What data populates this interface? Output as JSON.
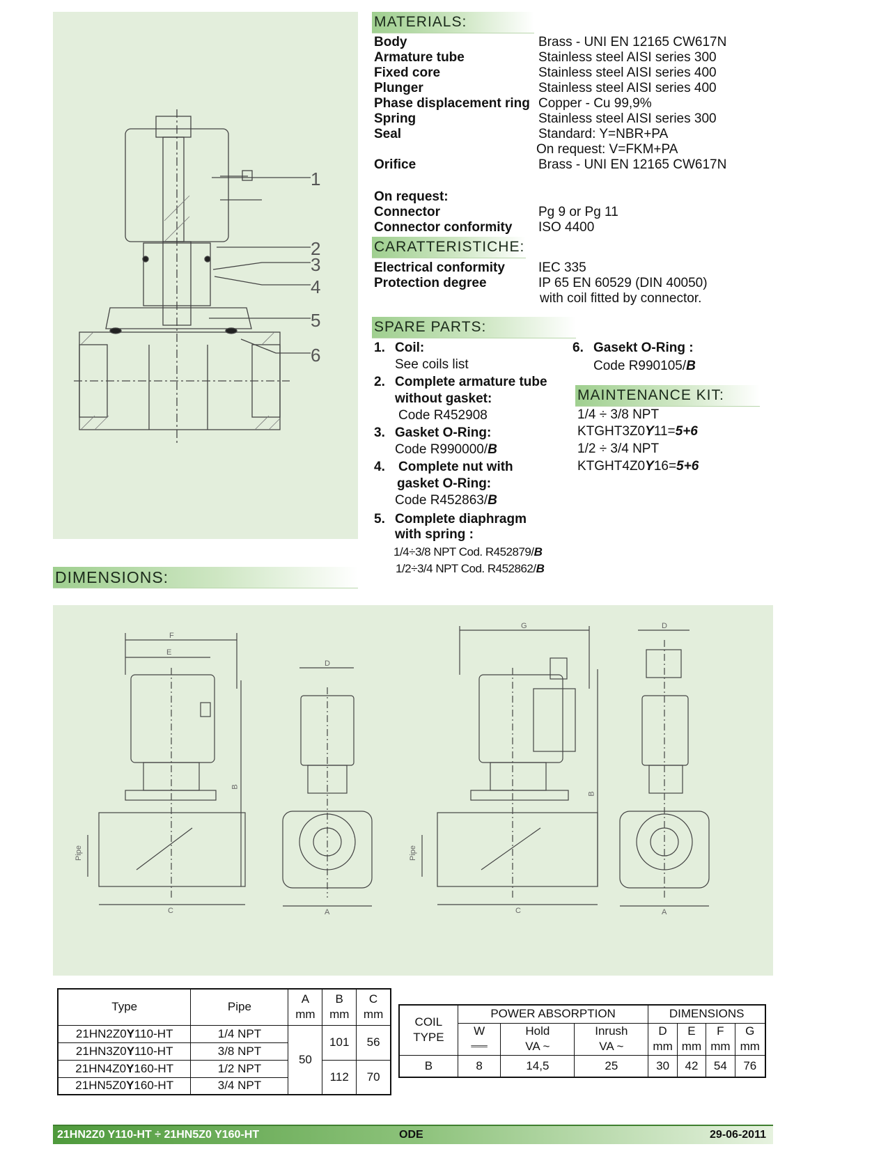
{
  "materials": {
    "heading": "MATERIALS:",
    "rows": [
      {
        "k": "Body",
        "v": "Brass - UNI EN 12165 CW617N"
      },
      {
        "k": "Armature tube",
        "v": "Stainless steel AISI series 300"
      },
      {
        "k": "Fixed core",
        "v": "Stainless steel AISI series 400"
      },
      {
        "k": "Plunger",
        "v": "Stainless steel AISI series 400"
      },
      {
        "k": "Phase displacement ring",
        "v": "Copper - Cu 99,9%"
      },
      {
        "k": "Spring",
        "v": "Stainless steel AISI series 300"
      },
      {
        "k": "Seal",
        "v": "Standard:    Y=NBR+PA"
      },
      {
        "k": "",
        "v": "On request: V=FKM+PA"
      },
      {
        "k": "Orifice",
        "v": "Brass - UNI EN 12165 CW617N"
      }
    ],
    "on_request_label": "On request:",
    "request_rows": [
      {
        "k": "Connector",
        "v": "Pg 9 or Pg 11"
      },
      {
        "k": "Connector conformity",
        "v": "ISO 4400"
      }
    ]
  },
  "characteristics": {
    "heading": "CARATTERISTICHE:",
    "rows": [
      {
        "k": "Electrical conformity",
        "v": "IEC 335"
      },
      {
        "k": "Protection degree",
        "v": "IP 65 EN 60529 (DIN 40050)"
      },
      {
        "k": "",
        "v": "with coil fitted by connector."
      }
    ]
  },
  "spare_parts": {
    "heading": "SPARE PARTS:",
    "l1n": "1.",
    "l1t": "Coil:",
    "l1s": "See coils list",
    "l2n": "2.",
    "l2t": "Complete armature tube",
    "l2t2": "without gasket:",
    "l2s": "Code  R452908",
    "l3n": "3.",
    "l3t": "Gasket O-Ring:",
    "l3s": "Code R990000/",
    "l3b": "B",
    "l4n": "4.",
    "l4t": "Complete nut with",
    "l4t2": "gasket O-Ring:",
    "l4s": "Code R452863/",
    "l4b": "B",
    "l5n": "5.",
    "l5t": "Complete diaphragm",
    "l5t2": "with spring :",
    "l5a": "1/4÷3/8 NPT   Cod. R452879/",
    "l5ab": "B",
    "l5c": "1/2÷3/4 NPT   Cod. R452862/",
    "l5cb": "B",
    "l6n": "6.",
    "l6t": "Gasekt O-Ring :",
    "l6s": "Code R990105/",
    "l6b": "B"
  },
  "maintenance_kit": {
    "heading": "MAINTENANCE KIT:",
    "r1": "1/4 ÷ 3/8 NPT",
    "r2a": "KTGHT3Z0",
    "r2b": "Y",
    "r2c": "11=",
    "r2d": "5+6",
    "r3": "1/2 ÷ 3/4 NPT",
    "r4a": "KTGHT4Z0",
    "r4b": "Y",
    "r4c": "16=",
    "r4d": "5+6"
  },
  "dimensions_heading": "DIMENSIONS:",
  "section_callouts": [
    "1",
    "2",
    "3",
    "4",
    "5",
    "6"
  ],
  "drawing_labels": {
    "A": "A",
    "B": "B",
    "C": "C",
    "D": "D",
    "E": "E",
    "F": "F",
    "G": "G",
    "pipe": "Pipe"
  },
  "type_table": {
    "h_type": "Type",
    "h_pipe": "Pipe",
    "h_a": "A",
    "h_b": "B",
    "h_c": "C",
    "unit": "mm",
    "rows": [
      {
        "t1": "21HN2Z0",
        "t2": "Y",
        "t3": "110-HT",
        "pipe": "1/4 NPT"
      },
      {
        "t1": "21HN3Z0",
        "t2": "Y",
        "t3": "110-HT",
        "pipe": "3/8 NPT"
      },
      {
        "t1": "21HN4Z0",
        "t2": "Y",
        "t3": "160-HT",
        "pipe": "1/2 NPT"
      },
      {
        "t1": "21HN5Z0",
        "t2": "Y",
        "t3": "160-HT",
        "pipe": "3/4 NPT"
      }
    ],
    "a_val": "50",
    "b_val1": "101",
    "c_val1": "56",
    "b_val2": "112",
    "c_val2": "70"
  },
  "coil_table": {
    "h_coil": "COIL",
    "h_type": "TYPE",
    "h_power": "POWER ABSORPTION",
    "h_dims": "DIMENSIONS",
    "h_w": "W",
    "h_w_sym": "═══",
    "h_hold": "Hold",
    "h_inrush": "Inrush",
    "h_va": "VA ~",
    "h_d": "D",
    "h_e": "E",
    "h_f": "F",
    "h_g": "G",
    "unit": "mm",
    "row": {
      "coil": "B",
      "w": "8",
      "hold": "14,5",
      "inrush": "25",
      "d": "30",
      "e": "42",
      "f": "54",
      "g": "76"
    }
  },
  "footer": {
    "models": "21HN2Z0 Y110-HT ÷ 21HN5Z0 Y160-HT",
    "brand": "ODE",
    "date": "29-06-2011"
  }
}
